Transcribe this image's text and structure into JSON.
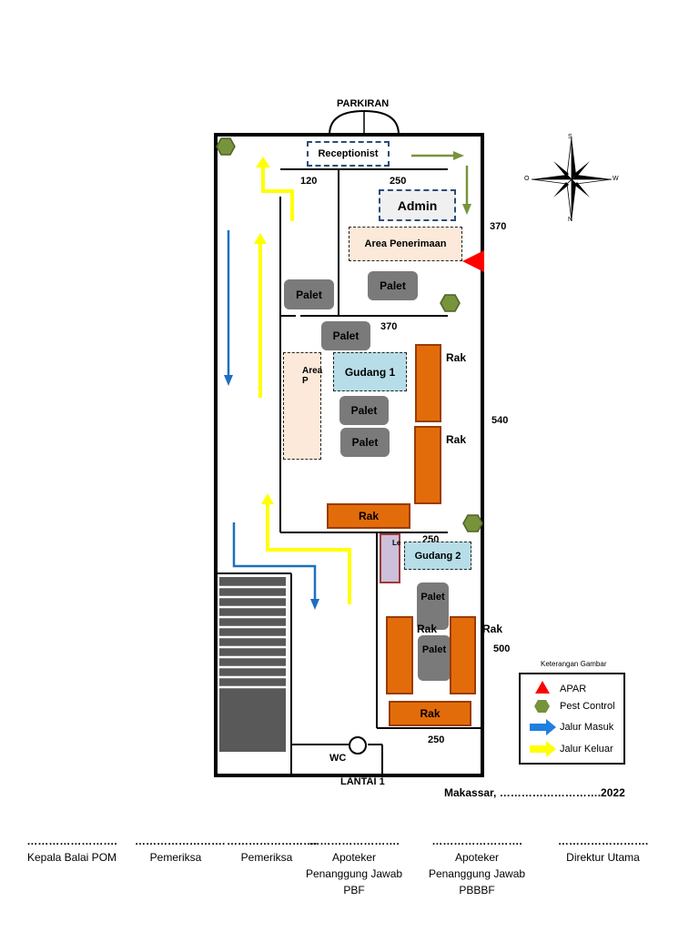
{
  "labels": {
    "parkiran": "PARKIRAN",
    "receptionist": "Receptionist",
    "admin": "Admin",
    "area_penerimaan": "Area Penerimaan",
    "area_p": "Area P",
    "gudang1": "Gudang 1",
    "gudang2": "Gudang 2",
    "palet": "Palet",
    "rak": "Rak",
    "le": "Le",
    "wc": "WC",
    "lantai": "LANTAI 1"
  },
  "dimensions": {
    "d120": "120",
    "d250_top": "250",
    "d370_right": "370",
    "d370_mid": "370",
    "d540": "540",
    "d250_mid": "250",
    "d500": "500",
    "d250_bottom": "250"
  },
  "compass": {
    "s": "S",
    "n": "N",
    "o": "O",
    "w": "W"
  },
  "legend": {
    "title": "Keterangan Gambar",
    "items": [
      "APAR",
      "Pest Control",
      "Jalur Masuk",
      "Jalur Keluar"
    ],
    "colors": {
      "apar": "#ff0000",
      "pest": "#5e8a33",
      "masuk": "#1f7fe0",
      "keluar": "#ffff00"
    }
  },
  "footer": {
    "city_date": "Makassar, ……………………….2022",
    "dots": "…………………….",
    "signers": [
      {
        "line1": "Kepala Balai POM",
        "line2": "",
        "line3": ""
      },
      {
        "line1": "Pemeriksa",
        "line2": "",
        "line3": ""
      },
      {
        "line1": "Pemeriksa",
        "line2": "",
        "line3": ""
      },
      {
        "line1": "Apoteker",
        "line2": "Penanggung Jawab",
        "line3": "PBF"
      },
      {
        "line1": "Apoteker",
        "line2": "Penanggung Jawab",
        "line3": "PBBBF"
      },
      {
        "line1": "Direktur Utama",
        "line2": "",
        "line3": ""
      }
    ]
  }
}
